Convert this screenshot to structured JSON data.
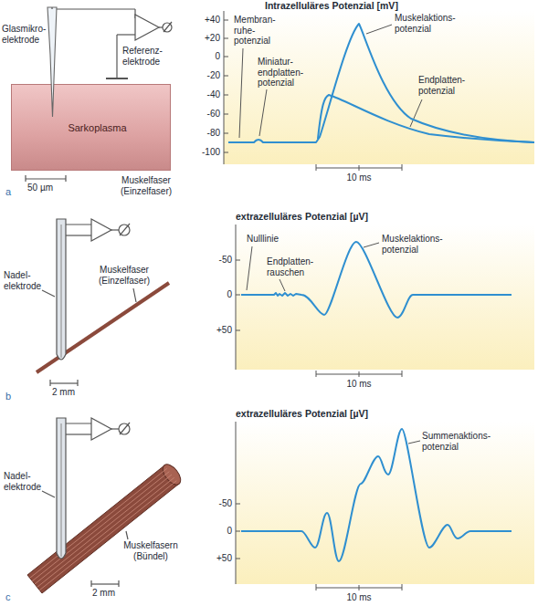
{
  "diagram": {
    "nodes": [
      {
        "text": [
          "Sarkoplasma"
        ]
      }
    ],
    "labels": [
      "a",
      "Glasmikro- elektrode",
      "Referenz- elektrode",
      "50 µm",
      "Muskelfaser (Einzelfaser)",
      "Intrazelluläres Potenzial [mV]",
      "+40",
      "+20",
      "0",
      "-20",
      "-40",
      "-60",
      "-80",
      "-100",
      "Membran- ruhe- potenzial",
      "Miniatur- endplatten- potenzial",
      "Muskelaktions- potenzial",
      "Endplatten- potenzial",
      "10 ms",
      "b",
      "Nadel- elektrode",
      "Muskelfaser (Einzelfaser)",
      "2 mm",
      "extrazelluläres Potenzial [µV]",
      "-50",
      "0",
      "+50",
      "Nulllinie",
      "Endplatten- rauschen",
      "Muskelaktions- potenzial",
      "10 ms",
      "c",
      "Nadel- elektrode",
      "Muskelfasern (Bündel)",
      "2 mm",
      "extrazelluläres Potenzial [µV]",
      "-50",
      "0",
      "+50",
      "Summenaktions- potenzial",
      "10 ms"
    ]
  }
}
